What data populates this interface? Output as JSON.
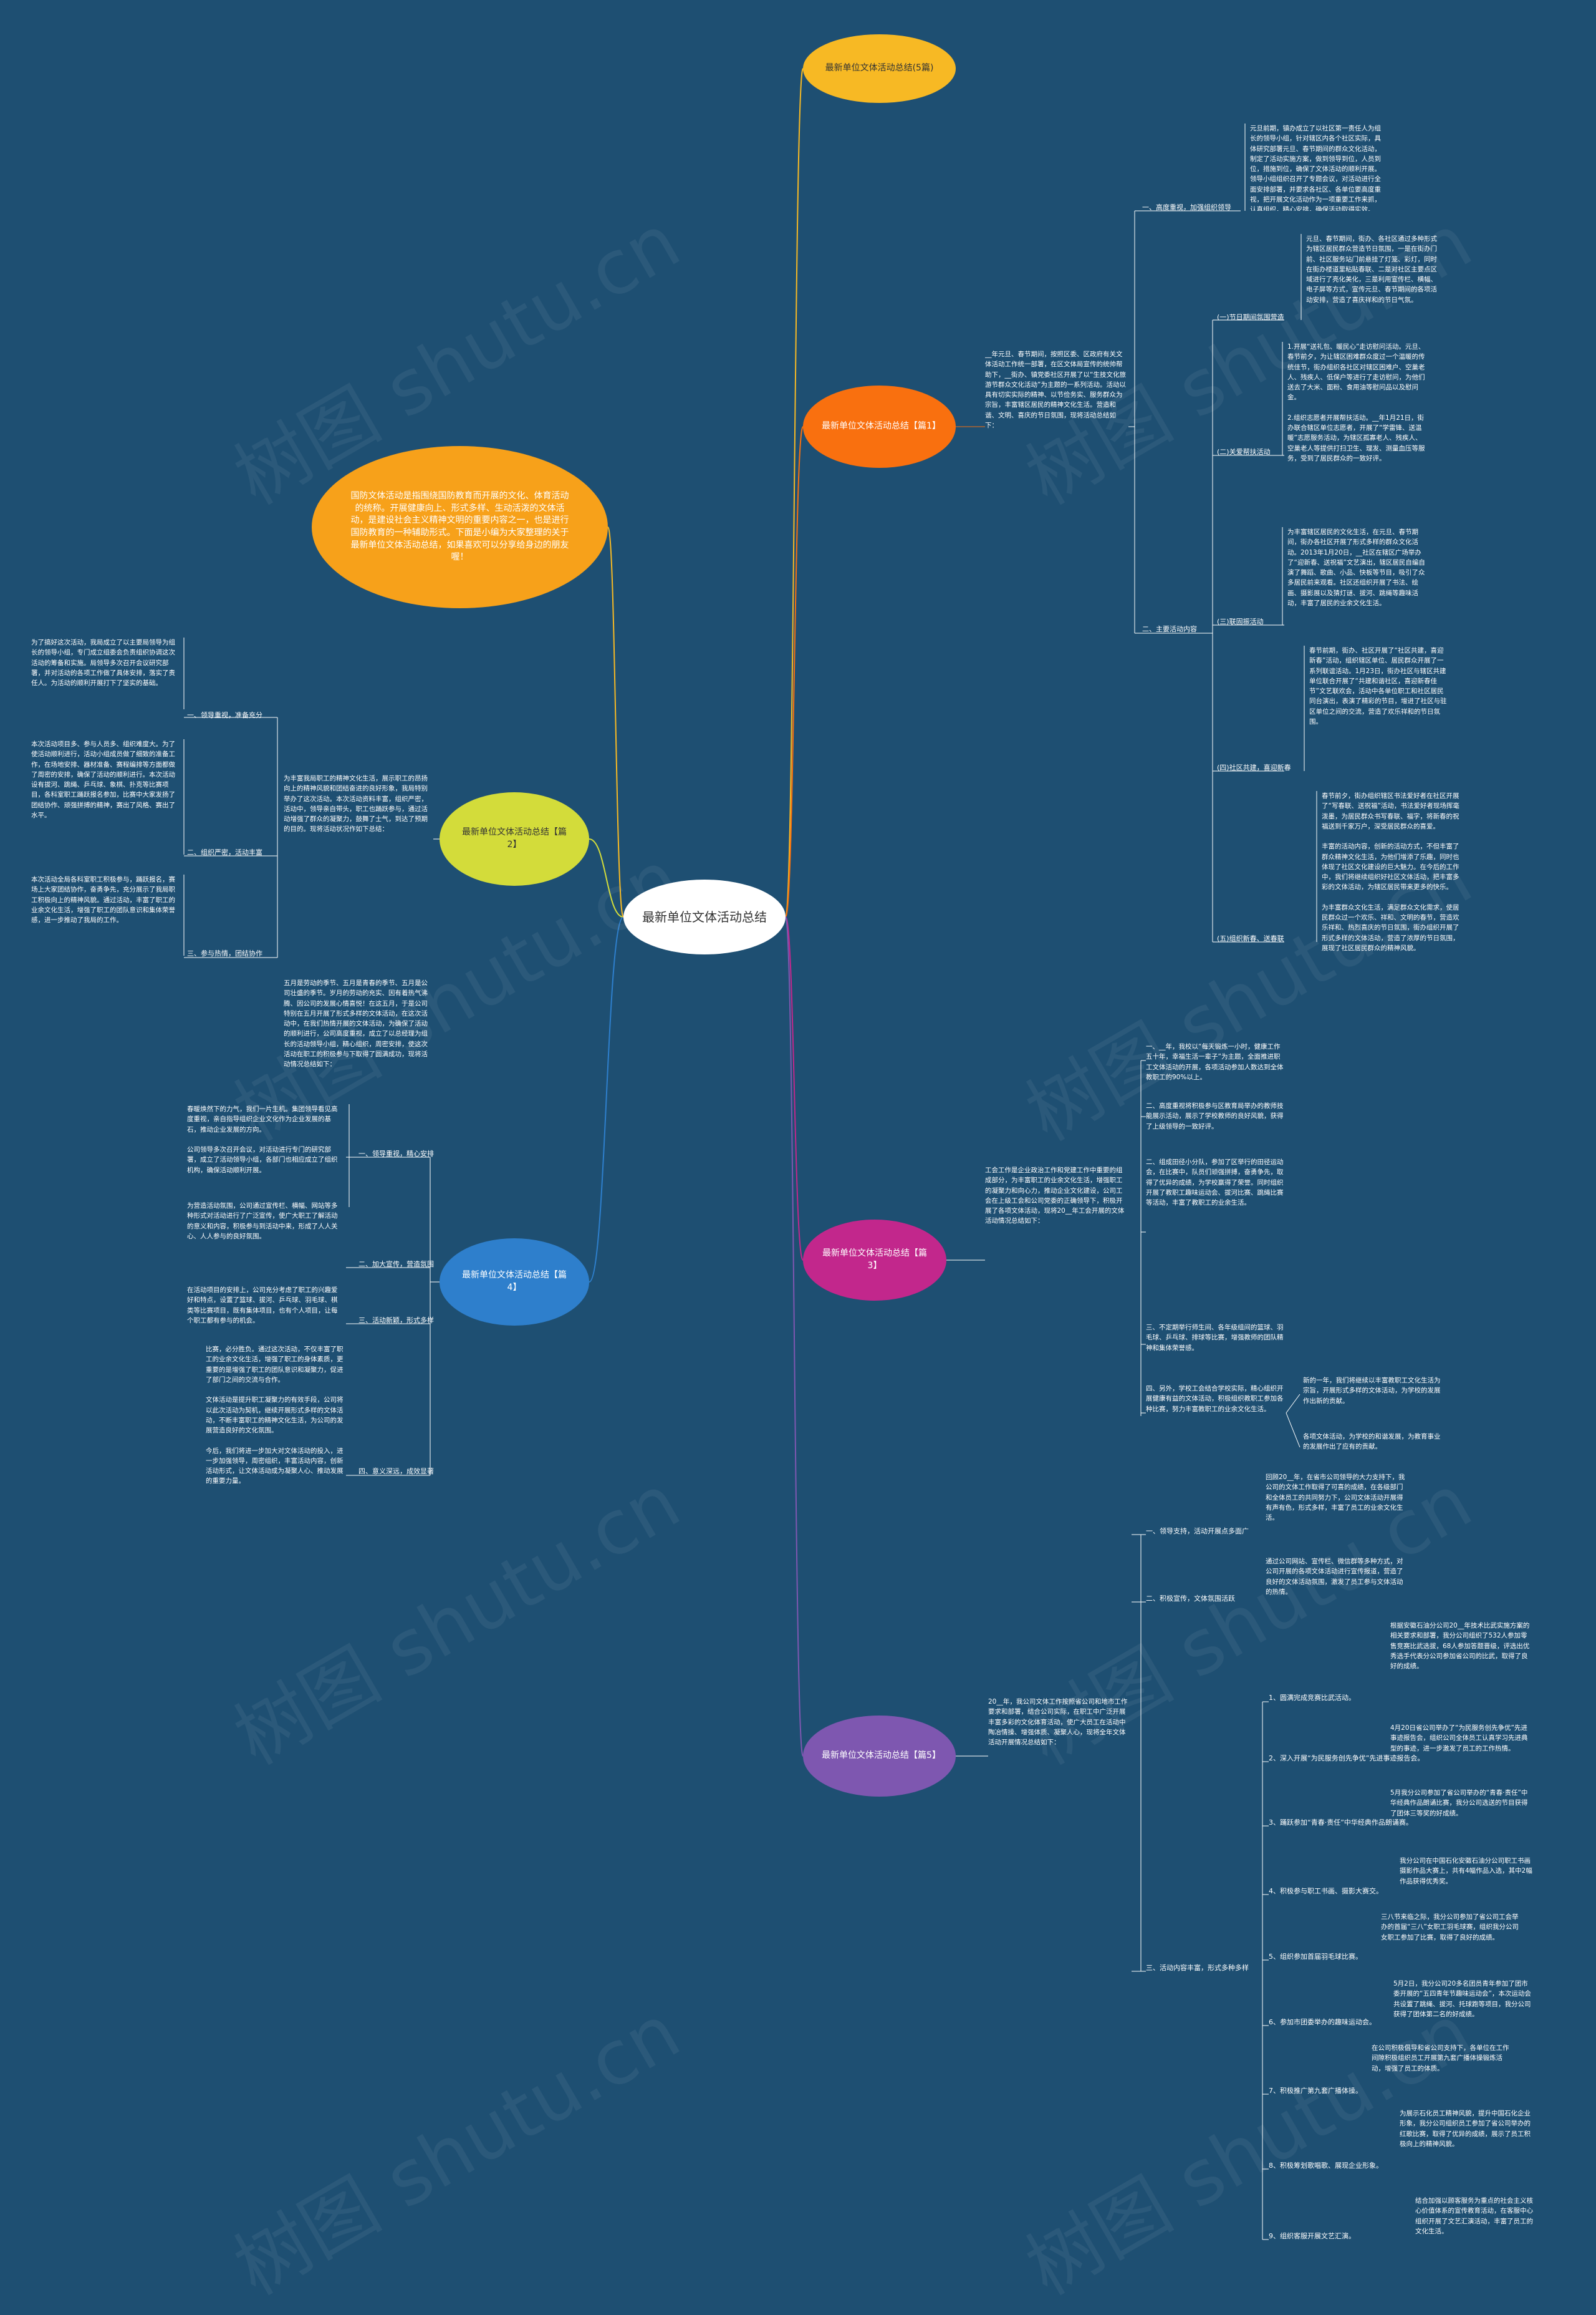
{
  "root": {
    "label": "最新单位文体活动总结"
  },
  "watermark": "树图 shutu.cn",
  "intro": "国防文体活动是指围绕国防教育而开展的文化、体育活动的统称。开展健康向上、形式多样、生动活泼的文体活动，是建设社会主义精神文明的重要内容之一，也是进行国防教育的一种辅助形式。下面是小编为大家整理的关于最新单位文体活动总结，如果喜欢可以分享给身边的朋友喔！",
  "colors": {
    "background": "#1e4f72",
    "root": "#ffffff",
    "yellow": "#f7b924",
    "orange": "#f9700f",
    "lime": "#d3dc3a",
    "blue": "#2e7fcc",
    "magenta": "#c2278c",
    "purple": "#7e57b0"
  },
  "branches": {
    "b5": {
      "label": "最新单位文体活动总结(5篇)"
    },
    "b1": {
      "label": "最新单位文体活动总结【篇1】",
      "summary": "__年元旦、春节期间，按照区委、区政府有关文体活动工作统一部署，在区文体局宣传的统帅帮助下，__街办、镇党委社区开展了以“生技文化旅游节群众文化活动”为主题的一系列活动。活动以具有切实实际的精神、以节俭务实、服务群众为宗旨，丰富辖区居民的精神文化生活。营造和谐、文明、喜庆的节日氛围，现将活动总结如下：",
      "s1": {
        "label": "一、高度重视，加强组织领导",
        "text": "元旦前期，镇办成立了以社区第一责任人为组长的领导小组，针对辖区内各个社区实际，具体研究部署元旦、春节期间的群众文化活动，制定了活动实施方案，做到领导到位，人员到位，措施到位，确保了文体活动的顺利开展。领导小组组织召开了专题会议，对活动进行全面安排部署，并要求各社区、各单位要高度重视，把开展文化活动作为一项重要工作来抓，认真组织，精心安排，确保活动取得实效。"
      },
      "s2": {
        "label": "二、主要活动内容",
        "c1": {
          "label": "(一)节日期间氛围营造",
          "text": "元旦、春节期间，街办、各社区通过多种形式为辖区居民群众营造节日氛围，一是在街办门前、社区服务站门前悬挂了灯笼、彩灯，同时在街办楼道里粘贴春联、二是对社区主要点区域进行了亮化美化，三是利用宣传栏、横幅、电子屏等方式，宣传元旦、春节期间的各项活动安排，营造了喜庆祥和的节日气氛。"
        },
        "c2": {
          "label": "(二)关爱帮扶活动",
          "text": "1.开展“送礼包、暖民心”走访慰问活动。元旦、春节前夕，为让辖区困难群众度过一个温暖的传统佳节，街办组织各社区对辖区困难户、空巢老人、残疾人、低保户等进行了走访慰问，为他们送去了大米、面粉、食用油等慰问品以及慰问金。\n\n2.组织志愿者开展帮扶活动。__年1月21日，街办联合辖区单位志愿者，开展了“学雷锋、送温暖”志愿服务活动，为辖区孤寡老人、残疾人、空巢老人等提供打扫卫生、理发、测量血压等服务，受到了居民群众的一致好评。"
        },
        "c3": {
          "label": "(三)联固振活动",
          "text": "为丰富辖区居民的文化生活，在元旦、春节期间，街办各社区开展了形式多样的群众文化活动。2013年1月20日，__社区在辖区广场举办了“迎新春、送祝福”文艺演出，辖区居民自编自演了舞蹈、歌曲、小品、快板等节目，吸引了众多居民前来观看。社区还组织开展了书法、绘画、摄影展以及猜灯谜、拔河、跳绳等趣味活动，丰富了居民的业余文化生活。"
        },
        "c4": {
          "label": "(四)社区共建，喜迎新春",
          "text": "春节前期，街办、社区开展了“社区共建，喜迎新春”活动，组织辖区单位、居民群众开展了一系列联谊活动。1月23日，街办社区与辖区共建单位联合开展了“共建和谐社区，喜迎新春佳节”文艺联欢会，活动中各单位职工和社区居民同台演出，表演了精彩的节目，增进了社区与驻区单位之间的交流，营造了欢乐祥和的节日氛围。"
        },
        "c5": {
          "label": "(五)组织新春、送春联",
          "text": "春节前夕，街办组织辖区书法爱好者在社区开展了“写春联、送祝福”活动，书法爱好者现场挥毫泼墨，为居民群众书写春联、福字，将新春的祝福送到千家万户，深受居民群众的喜爱。\n\n丰富的活动内容，创新的活动方式，不但丰富了群众精神文化生活，为他们增添了乐趣，同时也体现了社区文化建设的巨大魅力。在今后的工作中，我们将继续组织好社区文体活动，把丰富多彩的文体活动，为辖区居民带来更多的快乐。\n\n为丰富群众文化生活，满足群众文化需求，使居民群众过一个欢乐、祥和、文明的春节，营造欢乐祥和、热烈喜庆的节日氛围，街办组织开展了形式多样的文体活动，营造了浓厚的节日氛围，展现了社区居民群众的精神风貌。"
        }
      }
    },
    "b2": {
      "label": "最新单位文体活动总结【篇2】",
      "summary": "为丰富我局职工的精神文化生活，展示职工的昂扬向上的精神风貌和团结奋进的良好形象，我局特别举办了这次活动。本次活动资料丰富，组织严密，活动中，领导亲自带头，职工也踊跃参与，通过活动增强了群众的凝聚力，鼓舞了士气，到达了预期的目的。现将活动状况作如下总结：",
      "s1": {
        "label": "一、领导重视，准备充分",
        "text": "为了搞好这次活动，我局成立了以主要局领导为组长的领导小组，专门成立组委会负责组织协调这次活动的筹备和实施。局领导多次召开会议研究部署，并对活动的各项工作做了具体安排，落实了责任人。为活动的顺利开展打下了坚实的基础。"
      },
      "s2": {
        "label": "二、组织严密，活动丰富",
        "text": "本次活动项目多、参与人员多、组织难度大。为了使活动顺利进行，活动小组成员做了细致的准备工作，在场地安排、器材准备、赛程编排等方面都做了周密的安排，确保了活动的顺利进行。本次活动设有拔河、跳绳、乒乓球、象棋、扑克等比赛项目，各科室职工踊跃报名参加，比赛中大家发扬了团结协作、顽强拼搏的精神，赛出了风格、赛出了水平。"
      },
      "s3": {
        "label": "三、参与热情，团结协作",
        "text": "本次活动全局各科室职工积极参与，踊跃报名，赛场上大家团结协作，奋勇争先，充分展示了我局职工积极向上的精神风貌。通过活动，丰富了职工的业余文化生活，增强了职工的团队意识和集体荣誉感，进一步推动了我局的工作。"
      }
    },
    "b4": {
      "label": "最新单位文体活动总结【篇4】",
      "summary": "五月是劳动的季节、五月是青春的季节、五月是公司壮盛的季节。岁月的劳动的充实、因有着热气沸腾、因公司的发展心情喜悦！在这五月，于是公司特别在五月开展了形式多样的文体活动，在这次活动中，在我们热情开展的文体活动，为确保了活动的顺利进行，公司高度重视，成立了以总经理为组长的活动领导小组，精心组织，周密安排，使这次活动在职工的积极参与下取得了圆满成功，现将活动情况总结如下：",
      "s1": {
        "label": "一、领导重视，精心安排",
        "text": "春暖焕然下的力气，我们一片生机。集团领导看见高度重视，亲自指导组织企业文化作为企业发展的基石，推动企业发展的方向。\n\n公司领导多次召开会议，对活动进行专门的研究部署，成立了活动领导小组，各部门也相应成立了组织机构，确保活动顺利开展。"
      },
      "s2": {
        "label": "二、加大宣传，营造氛围",
        "text": "为营造活动氛围，公司通过宣传栏、横幅、网站等多种形式对活动进行了广泛宣传，使广大职工了解活动的意义和内容，积极参与到活动中来，形成了人人关心、人人参与的良好氛围。"
      },
      "s3": {
        "label": "三、活动新颖，形式多样",
        "text": "在活动项目的安排上，公司充分考虑了职工的兴趣爱好和特点，设置了篮球、拔河、乒乓球、羽毛球、棋类等比赛项目，既有集体项目，也有个人项目，让每个职工都有参与的机会。"
      },
      "s4": {
        "label": "四、意义深远，成效显著",
        "text": "比赛，必分胜负。通过这次活动，不仅丰富了职工的业余文化生活，增强了职工的身体素质，更重要的是增强了职工的团队意识和凝聚力，促进了部门之间的交流与合作。\n\n文体活动是提升职工凝聚力的有效手段，公司将以此次活动为契机，继续开展形式多样的文体活动，不断丰富职工的精神文化生活，为公司的发展营造良好的文化氛围。\n\n今后，我们将进一步加大对文体活动的投入，进一步加强领导，周密组织，丰富活动内容，创新活动形式，让文体活动成为凝聚人心、推动发展的重要力量。"
      }
    },
    "b3": {
      "label": "最新单位文体活动总结【篇3】",
      "summary": "工会工作是企业政治工作和党建工作中重要的组成部分，为丰富职工的业余文化生活，增强职工的凝聚力和向心力，推动企业文化建设，公司工会在上级工会和公司党委的正确领导下，积极开展了各项文体活动，现将20__年工会开展的文体活动情况总结如下：",
      "s1": "一、__年，我校以“每天锻炼一小时，健康工作五十年，幸福生活一辈子”为主题，全面推进职工文体活动的开展，各项活动参加人数达到全体教职工的90%以上。",
      "s2": "二、高度重视将积极参与区教育局举办的教师技能展示活动，展示了学校教师的良好风貌，获得了上级领导的一致好评。",
      "s3": "二、组成田径小分队，参加了区举行的田径运动会，在比赛中，队员们顽强拼搏，奋勇争先，取得了优异的成绩，为学校赢得了荣誉。同时组织开展了教职工趣味运动会、拔河比赛、跳绳比赛等活动，丰富了教职工的业余生活。",
      "s4": "三、不定期举行师生间、各年级组间的篮球、羽毛球、乒乓球、排球等比赛，增强教师的团队精神和集体荣誉感。",
      "s5": "四、另外，学校工会结合学校实际，精心组织开展健康有益的文体活动，积极组织教职工参加各种比赛，努力丰富教职工的业余文化生活。",
      "s6": "新的一年，我们将继续以丰富教职工文化生活为宗旨，开展形式多样的文体活动，为学校的发展作出新的贡献。",
      "s7": "各项文体活动，为学校的和谐发展，为教育事业的发展作出了应有的贡献。"
    },
    "b5b": {
      "label": "最新单位文体活动总结【篇5】",
      "summary": "20__年，我公司文体工作按照省公司和地市工作要求和部署，结合公司实际，在职工中广泛开展丰富多彩的文化体育活动，使广大员工在活动中陶冶情操、增强体质、凝聚人心，现将全年文体活动开展情况总结如下：",
      "s1": {
        "label": "一、领导支持，活动开展点多面广",
        "text": "回顾20__年，在省市公司领导的大力支持下，我公司的文体工作取得了可喜的成绩，在各级部门和全体员工的共同努力下，公司文体活动开展得有声有色，形式多样，丰富了员工的业余文化生活。"
      },
      "s2": {
        "label": "二、积极宣传，文体氛围活跃",
        "text": "通过公司网站、宣传栏、微信群等多种方式，对公司开展的各项文体活动进行宣传报道，营造了良好的文体活动氛围，激发了员工参与文体活动的热情。"
      },
      "s3": {
        "label": "三、活动内容丰富，形式多种多样",
        "items": [
          {
            "label": "1、圆满完成竞赛比武活动。",
            "text": "根据安徽石油分公司20__年技术比武实施方案的相关要求和部署，我分公司组织了532人参加零售竞赛比武选拔，68人参加答题晋级，评选出优秀选手代表分公司参加省公司的比武，取得了良好的成绩。"
          },
          {
            "label": "2、深入开展“为民服务创先争优”先进事迹报告会。",
            "text": "4月20日省公司举办了“为民服务创先争优”先进事迹报告会，组织公司全体员工认真学习先进典型的事迹，进一步激发了员工的工作热情。"
          },
          {
            "label": "3、踊跃参加“青春·责任”中华经典作品朗诵赛。",
            "text": "5月我分公司参加了省公司举办的“青春·责任”中华经典作品朗诵比赛，我分公司选送的节目获得了团体三等奖的好成绩。"
          },
          {
            "label": "4、积极参与职工书画、摄影大赛交。",
            "text": "我分公司在中国石化安徽石油分公司职工书画摄影作品大赛上，共有4幅作品入选，其中2幅作品获得优秀奖。"
          },
          {
            "label": "5、组织参加首届羽毛球比赛。",
            "text": "三八节来临之际，我分公司参加了省公司工会举办的首届“三八”女职工羽毛球赛，组织我分公司女职工参加了比赛，取得了良好的成绩。"
          },
          {
            "label": "6、参加市团委举办的趣味运动会。",
            "text": "5月2日，我分公司20多名团员青年参加了团市委开展的“五四青年节趣味运动会”，本次运动会共设置了跳绳、拔河、托球跑等项目，我分公司获得了团体第二名的好成绩。"
          },
          {
            "label": "7、积极推广第九套广播体操。",
            "text": "在公司积极倡导和省公司支持下，各单位在工作间隙积极组织员工开展第九套广播体操锻炼活动，增强了员工的体质。"
          },
          {
            "label": "8、积极筹划歌唱歌、展现企业形象。",
            "text": "为展示石化员工精神风貌，提升中国石化企业形象，我分公司组织员工参加了省公司举办的红歌比赛，取得了优异的成绩，展示了员工积极向上的精神风貌。"
          },
          {
            "label": "9、组织客服开展文艺汇演。",
            "text": "结合加强以顾客服务为重点的社会主义核心价值体系的宣传教育活动，在客服中心组织开展了文艺汇演活动，丰富了员工的文化生活。"
          }
        ]
      }
    }
  }
}
